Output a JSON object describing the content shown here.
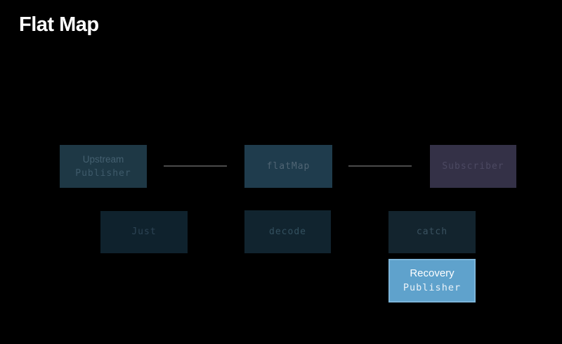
{
  "slide": {
    "title": "Flat Map"
  },
  "diagram": {
    "nodes": {
      "upstream": {
        "title": "Upstream",
        "subtitle": "Publisher"
      },
      "flatmap": {
        "label": "flatMap"
      },
      "subscriber": {
        "label": "Subscriber"
      },
      "just": {
        "label": "Just"
      },
      "decode": {
        "label": "decode"
      },
      "catch": {
        "label": "catch"
      },
      "recovery": {
        "title": "Recovery",
        "subtitle": "Publisher"
      }
    },
    "connectors": [
      {
        "from": "upstream",
        "to": "flatmap"
      },
      {
        "from": "flatmap",
        "to": "subscriber"
      }
    ],
    "colors": {
      "background": "#000000",
      "title_text": "#ffffff",
      "operator_box": "#1f3c4d",
      "upstream_box": "#1e3845",
      "subscriber_box": "#343147",
      "inner_operator_box": "#11242f",
      "recovery_box": "#5fa2cc",
      "recovery_border": "#7db6da",
      "connector_line": "#4a4a4a"
    }
  }
}
